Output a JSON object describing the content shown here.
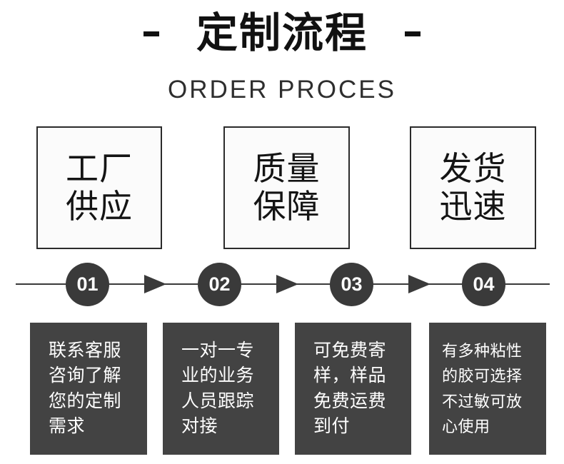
{
  "header": {
    "dash_left": "-",
    "dash_right": "-",
    "title": "定制流程",
    "subtitle": "ORDER PROCES"
  },
  "features": [
    {
      "id": "factory-supply",
      "lines": [
        "工厂",
        "供应"
      ]
    },
    {
      "id": "quality-guarantee",
      "lines": [
        "质量",
        "保障"
      ]
    },
    {
      "id": "fast-shipping",
      "lines": [
        "发货",
        "迅速"
      ]
    }
  ],
  "timeline": {
    "steps": [
      {
        "number": "01"
      },
      {
        "number": "02"
      },
      {
        "number": "03"
      },
      {
        "number": "04"
      }
    ],
    "arrows": [
      "arrow-right-icon",
      "arrow-right-icon",
      "arrow-right-icon"
    ]
  },
  "descriptions": [
    {
      "id": "contact-service",
      "lines": [
        "联系客服",
        "咨询了解",
        "您的定制",
        "需求"
      ]
    },
    {
      "id": "one-on-one",
      "lines": [
        "一对一专",
        "业的业务",
        "人员跟踪",
        "对接"
      ]
    },
    {
      "id": "free-sample",
      "lines": [
        "可免费寄",
        "样，样品",
        "免费运费",
        "到付"
      ]
    },
    {
      "id": "glue-options",
      "lines": [
        "有多种粘性",
        "的胶可选择",
        "不过敏可放",
        "心使用"
      ]
    }
  ],
  "colors": {
    "background": "#ffffff",
    "ink": "#111111",
    "accent_dark": "#3a3a3a",
    "panel_dark": "#434343",
    "box_fill": "#fbfbfb",
    "box_border": "#2b2b2b"
  }
}
